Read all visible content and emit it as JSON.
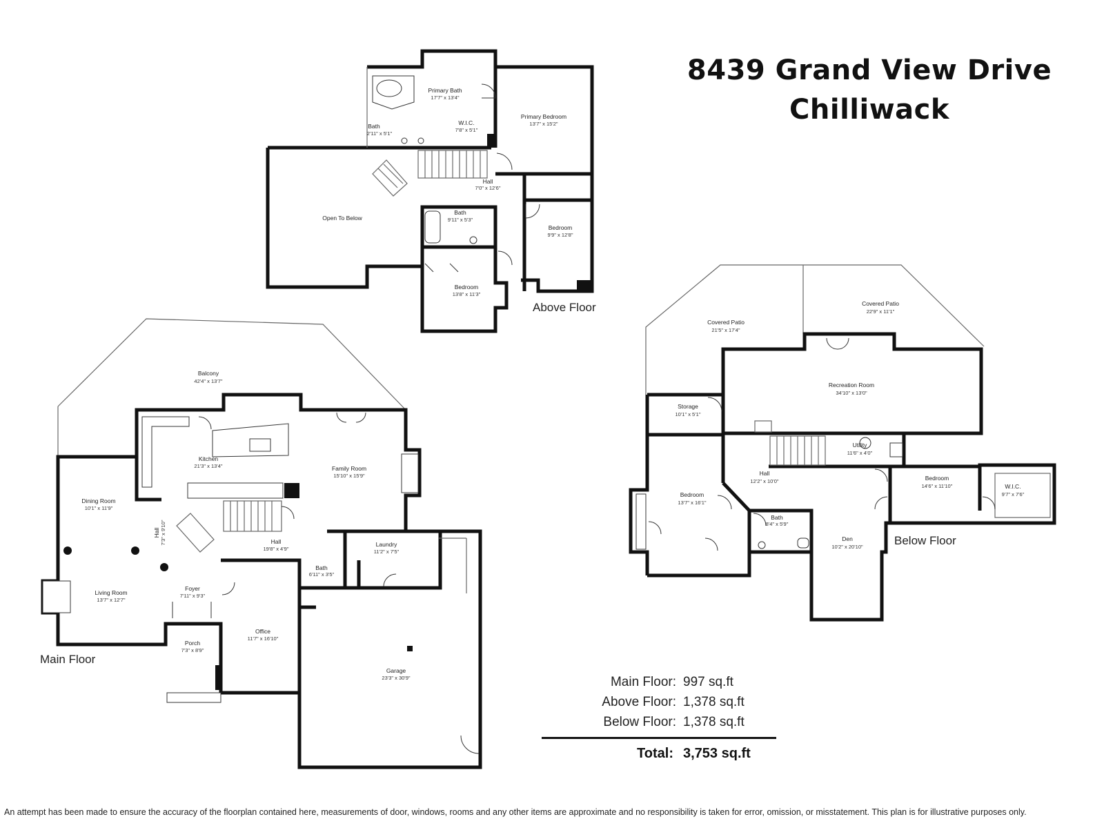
{
  "title": {
    "line1": "8439 Grand View Drive",
    "line2": "Chilliwack"
  },
  "floors": {
    "above": {
      "label": "Above Floor",
      "rooms": [
        {
          "name": "Primary Bath",
          "dims": "17'7\" x 13'4\""
        },
        {
          "name": "W.I.C.",
          "dims": "7'8\" x 5'1\""
        },
        {
          "name": "Primary Bedroom",
          "dims": "13'7\" x 15'2\""
        },
        {
          "name": "Bath",
          "dims": "2'11\" x 5'1\""
        },
        {
          "name": "Hall",
          "dims": "7'0\" x 12'6\""
        },
        {
          "name": "Open To Below",
          "dims": ""
        },
        {
          "name": "Bath",
          "dims": "9'11\" x 5'3\""
        },
        {
          "name": "Bedroom",
          "dims": "9'9\" x 12'8\""
        },
        {
          "name": "Bedroom",
          "dims": "13'8\" x 11'3\""
        }
      ]
    },
    "main": {
      "label": "Main Floor",
      "rooms": [
        {
          "name": "Balcony",
          "dims": "42'4\" x 13'7\""
        },
        {
          "name": "Kitchen",
          "dims": "21'3\" x 13'4\""
        },
        {
          "name": "Family Room",
          "dims": "15'10\" x 15'9\""
        },
        {
          "name": "Dining Room",
          "dims": "10'1\" x 11'9\""
        },
        {
          "name": "Hall",
          "dims": "7'3\" x 9'10\""
        },
        {
          "name": "Hall",
          "dims": "19'8\" x 4'9\""
        },
        {
          "name": "Laundry",
          "dims": "11'2\" x 7'5\""
        },
        {
          "name": "Bath",
          "dims": "6'11\" x 3'5\""
        },
        {
          "name": "Foyer",
          "dims": "7'11\" x 9'3\""
        },
        {
          "name": "Living Room",
          "dims": "13'7\" x 12'7\""
        },
        {
          "name": "Office",
          "dims": "11'7\" x 16'10\""
        },
        {
          "name": "Porch",
          "dims": "7'3\" x 8'9\""
        },
        {
          "name": "Garage",
          "dims": "23'3\" x 30'9\""
        }
      ]
    },
    "below": {
      "label": "Below Floor",
      "rooms": [
        {
          "name": "Covered Patio",
          "dims": "21'5\" x 17'4\""
        },
        {
          "name": "Covered Patio",
          "dims": "22'9\" x 11'1\""
        },
        {
          "name": "Recreation Room",
          "dims": "34'10\" x 13'0\""
        },
        {
          "name": "Storage",
          "dims": "10'1\" x 5'1\""
        },
        {
          "name": "Utility",
          "dims": "11'6\" x 4'0\""
        },
        {
          "name": "Hall",
          "dims": "12'2\" x 10'0\""
        },
        {
          "name": "Bedroom",
          "dims": "14'6\" x 11'10\""
        },
        {
          "name": "W.I.C.",
          "dims": "9'7\" x 7'6\""
        },
        {
          "name": "Bedroom",
          "dims": "13'7\" x 16'1\""
        },
        {
          "name": "Bath",
          "dims": "8'4\" x 5'9\""
        },
        {
          "name": "Den",
          "dims": "10'2\" x 20'10\""
        }
      ]
    }
  },
  "areas": [
    {
      "label": "Main Floor:",
      "value": "997 sq.ft"
    },
    {
      "label": "Above Floor:",
      "value": "1,378 sq.ft"
    },
    {
      "label": "Below Floor:",
      "value": "1,378 sq.ft"
    }
  ],
  "total": {
    "label": "Total:",
    "value": "3,753 sq.ft"
  },
  "disclaimer": "An attempt has been made to ensure the accuracy of the floorplan contained here, measurements of door, windows, rooms and any other items are approximate and no responsibility is taken for error, omission, or misstatement. This plan is for illustrative purposes only."
}
